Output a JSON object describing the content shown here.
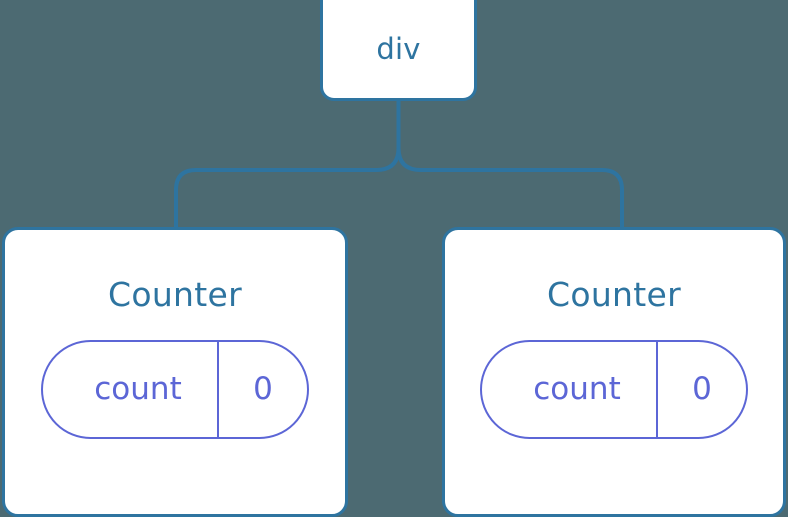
{
  "canvas": {
    "background_color": "#4c6a72",
    "node_border_color": "#2e74a0",
    "node_fill_color": "#ffffff",
    "node_text_color": "#2e74a0",
    "edge_color": "#2e74a0",
    "state_color": "#5c66d6"
  },
  "tree": {
    "root": {
      "label": "div"
    },
    "children": [
      {
        "label": "Counter",
        "state": {
          "key": "count",
          "value": "0"
        }
      },
      {
        "label": "Counter",
        "state": {
          "key": "count",
          "value": "0"
        }
      }
    ]
  }
}
